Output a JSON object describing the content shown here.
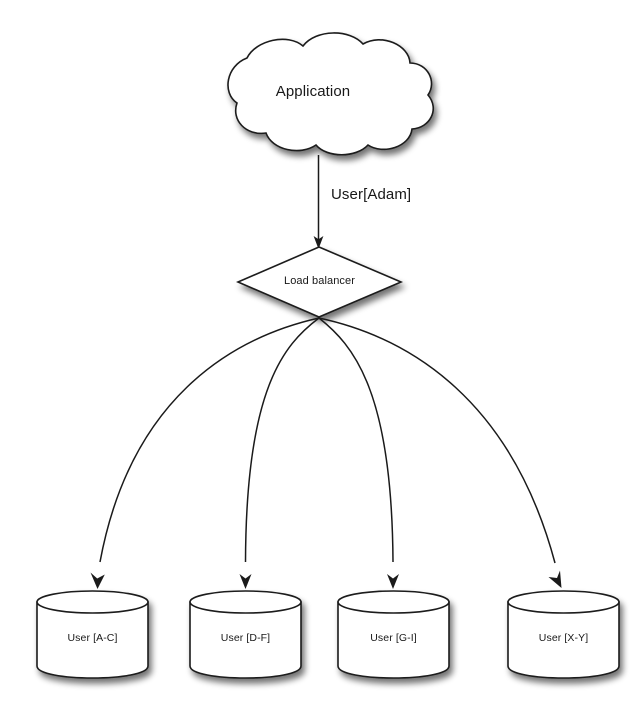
{
  "diagram": {
    "title_node": {
      "id": "application-cloud",
      "shape": "cloud",
      "label": "Application"
    },
    "edge_label": "User[Adam]",
    "router": {
      "id": "load-balancer",
      "shape": "diamond",
      "label": "Load balancer"
    },
    "shards": [
      {
        "id": "db-a-c",
        "shape": "cylinder",
        "label": "User [A-C]"
      },
      {
        "id": "db-d-f",
        "shape": "cylinder",
        "label": "User [D-F]"
      },
      {
        "id": "db-g-i",
        "shape": "cylinder",
        "label": "User [G-I]"
      },
      {
        "id": "db-x-y",
        "shape": "cylinder",
        "label": "User [X-Y]"
      }
    ],
    "colors": {
      "background": "#ffffff",
      "stroke": "#1a1a1a",
      "fill": "#ffffff",
      "text": "#181818",
      "shadow": "#b9b9b9"
    }
  }
}
